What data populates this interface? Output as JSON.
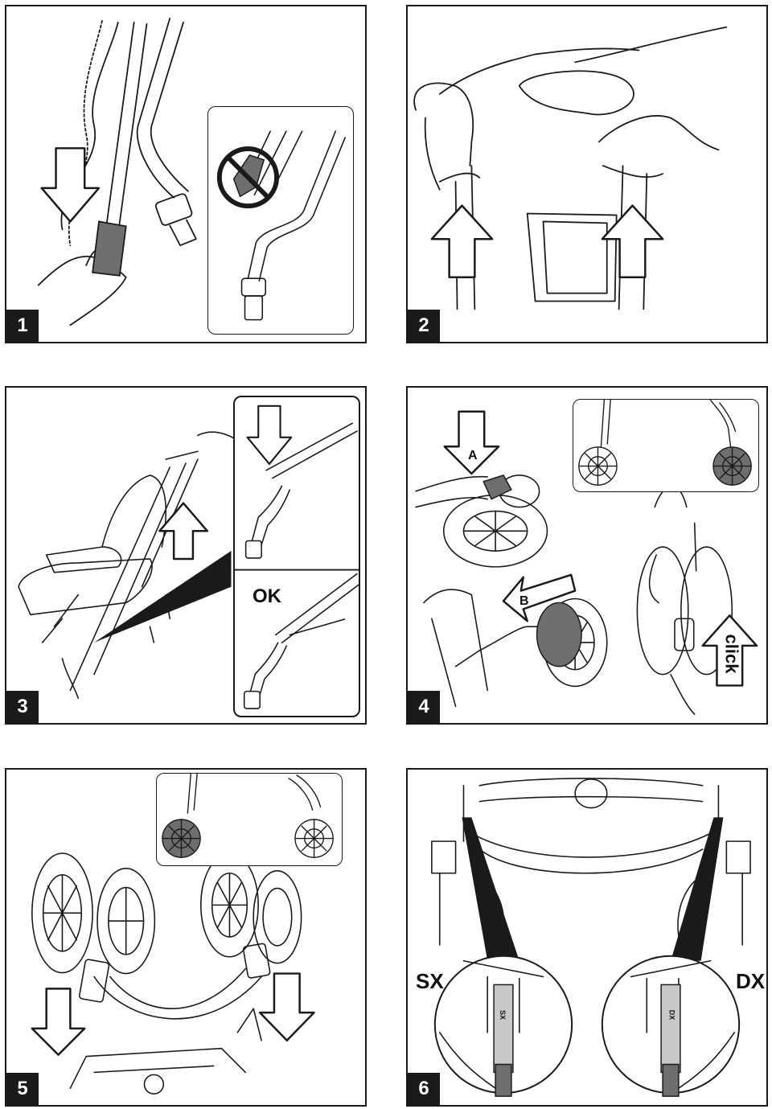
{
  "steps": [
    {
      "number": "1"
    },
    {
      "number": "2"
    },
    {
      "number": "3",
      "ok_label": "OK"
    },
    {
      "number": "4",
      "arrow_a": "A",
      "arrow_b": "B",
      "click_label": "click"
    },
    {
      "number": "5"
    },
    {
      "number": "6",
      "left_label": "SX",
      "right_label": "DX",
      "left_tag": "SX",
      "right_tag": "DX"
    }
  ],
  "colors": {
    "ink": "#1a1a1a",
    "shade_dark": "#6e6e6e",
    "shade_light": "#c8c8c8"
  }
}
